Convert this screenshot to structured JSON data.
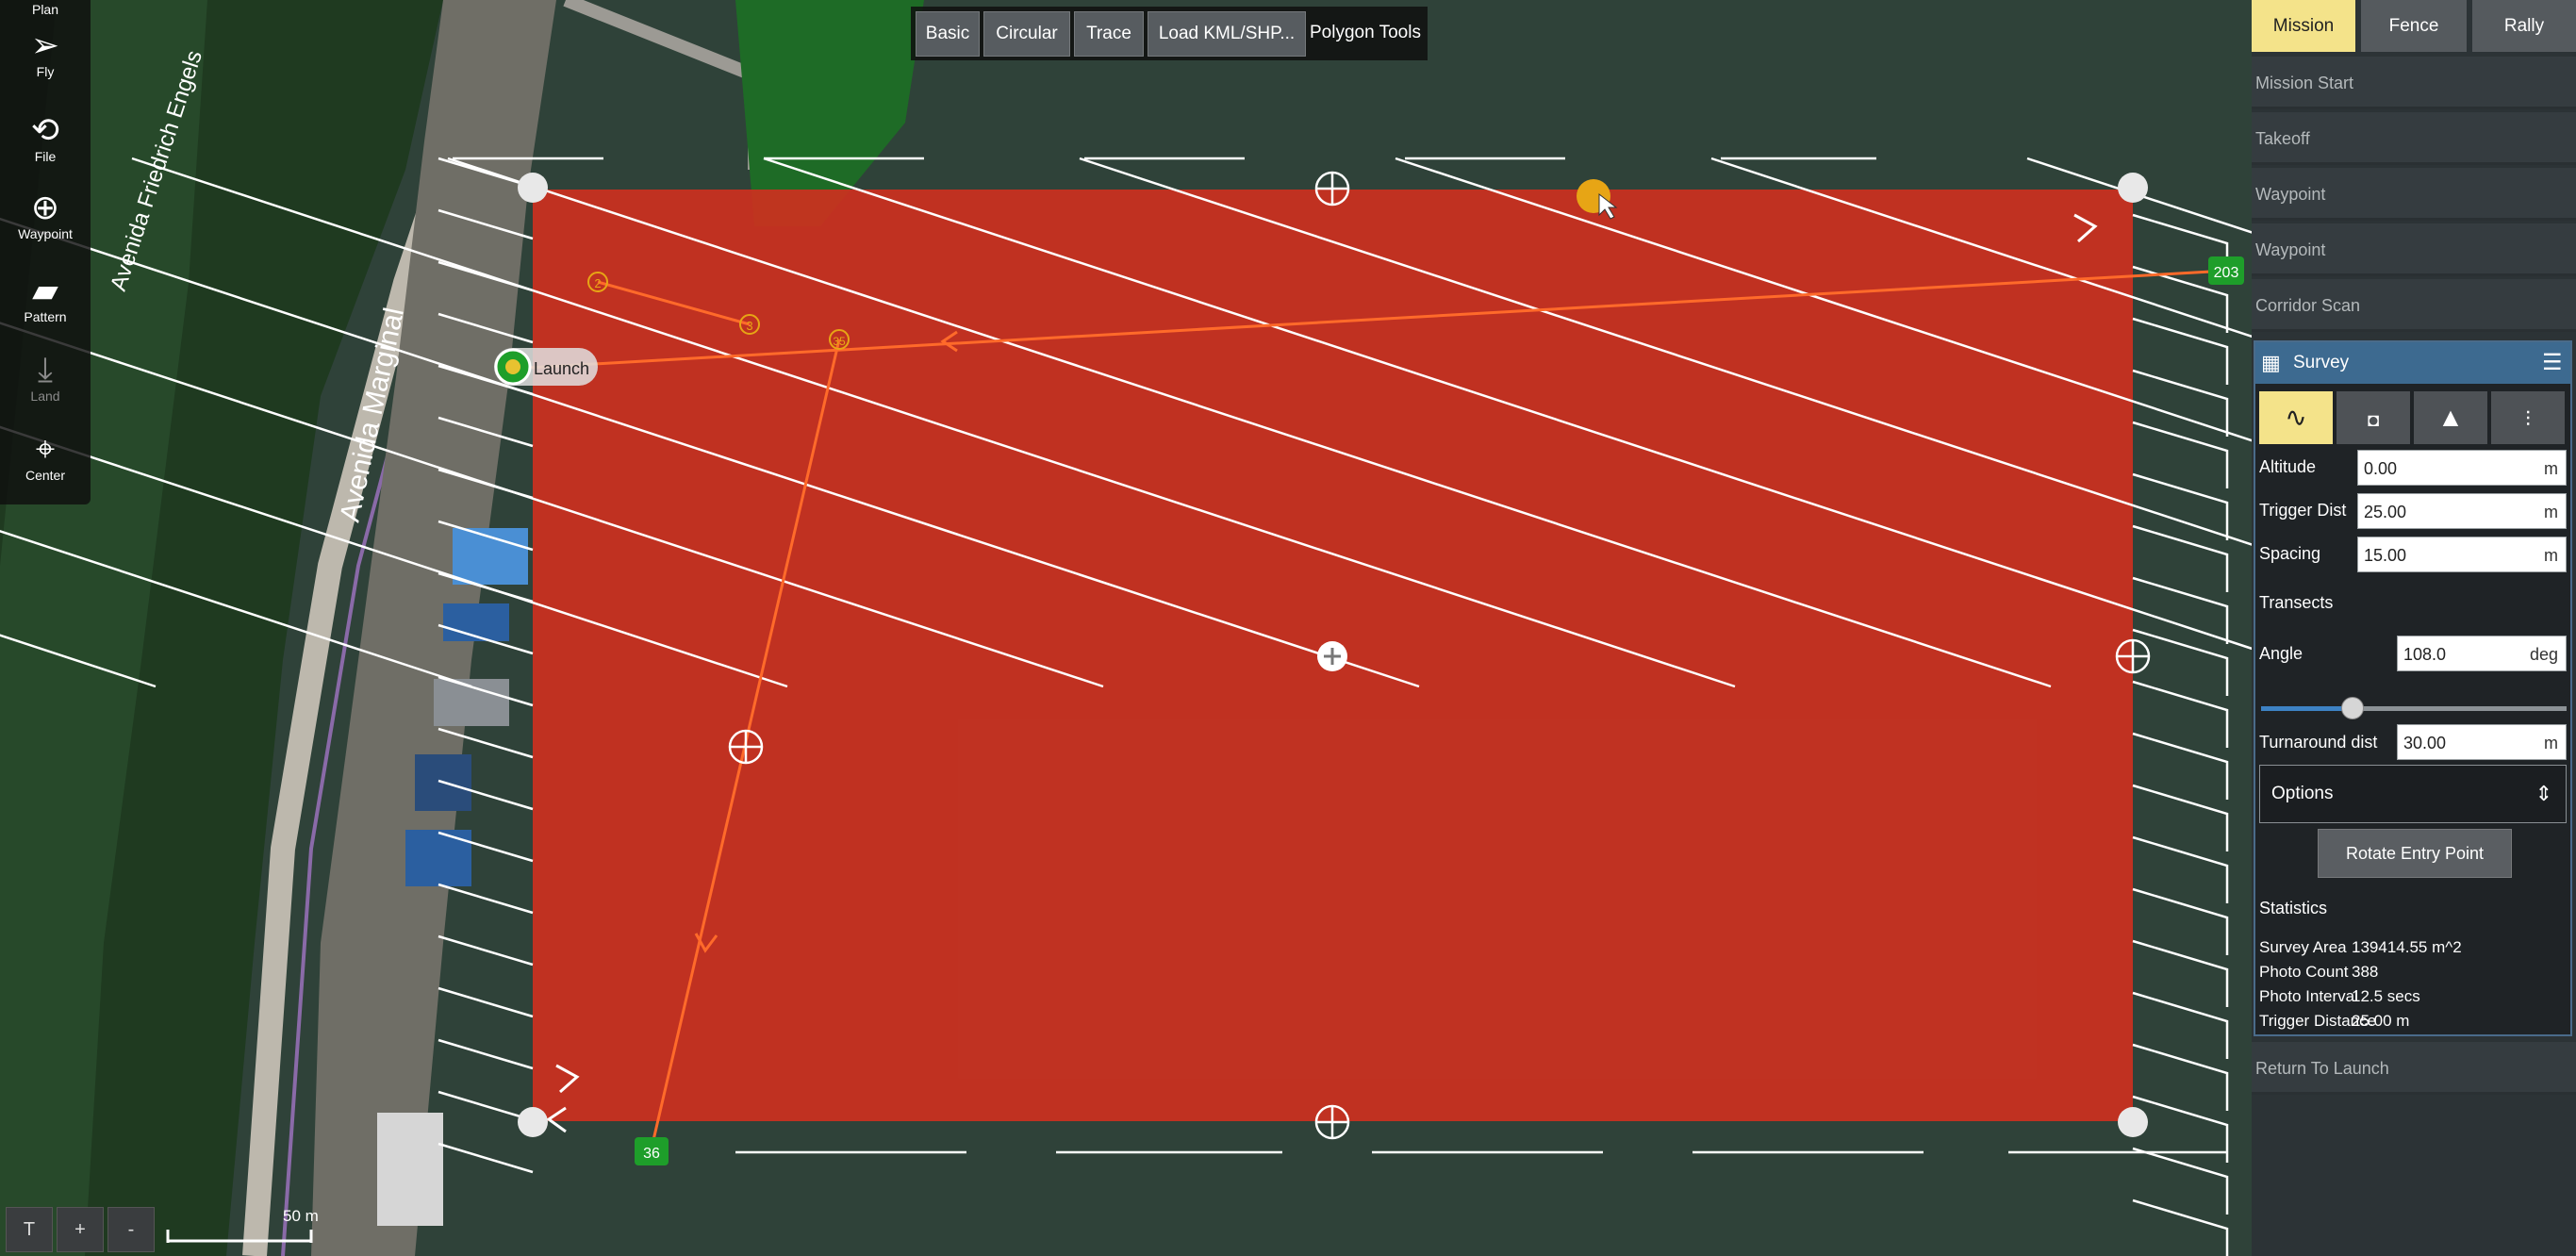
{
  "toolbar": {
    "plan_label": "Plan",
    "fly_label": "Fly",
    "file_label": "File",
    "waypoint_label": "Waypoint",
    "pattern_label": "Pattern",
    "land_label": "Land",
    "center_label": "Center"
  },
  "map": {
    "street_1": "Avenida Friedrich Engels",
    "street_2": "Avenida Marginal",
    "launch_label": "Launch",
    "wp_203": "203",
    "wp_36": "36",
    "wp_2": "2",
    "wp_3": "3",
    "wp_35": "35",
    "scale_label": "50 m"
  },
  "polygon_tools": {
    "basic": "Basic",
    "circular": "Circular",
    "trace": "Trace",
    "load_kml": "Load KML/SHP...",
    "title": "Polygon Tools"
  },
  "tabs": {
    "mission": "Mission",
    "fence": "Fence",
    "rally": "Rally"
  },
  "mission_items": [
    "Mission Start",
    "Takeoff",
    "Waypoint",
    "Waypoint",
    "Corridor Scan"
  ],
  "survey": {
    "title": "Survey",
    "altitude_label": "Altitude",
    "altitude_value": "0.00",
    "trigger_label": "Trigger Dist",
    "trigger_value": "25.00",
    "spacing_label": "Spacing",
    "spacing_value": "15.00",
    "unit_m": "m",
    "transects_label": "Transects",
    "angle_label": "Angle",
    "angle_value": "108.0",
    "angle_unit": "deg",
    "angle_slider_fraction": 0.3,
    "turnaround_label": "Turnaround dist",
    "turnaround_value": "30.00",
    "options_label": "Options",
    "rotate_label": "Rotate Entry Point",
    "statistics_label": "Statistics",
    "stats": [
      {
        "label": "Survey Area",
        "value": "139414.55 m^2"
      },
      {
        "label": "Photo Count",
        "value": "388"
      },
      {
        "label": "Photo Interval",
        "value": "12.5 secs"
      },
      {
        "label": "Trigger Distance",
        "value": "25.00 m"
      }
    ]
  },
  "return_to_launch": "Return To Launch",
  "zoom": {
    "tilt": "T",
    "plus": "+",
    "minus": "-"
  },
  "colors": {
    "accent": "#f4e38a",
    "survey_fill": "#d0301f",
    "flight_path": "#ff6a2a",
    "survey_header": "#3d6a90",
    "waypoint_green": "#1e9e2a"
  }
}
